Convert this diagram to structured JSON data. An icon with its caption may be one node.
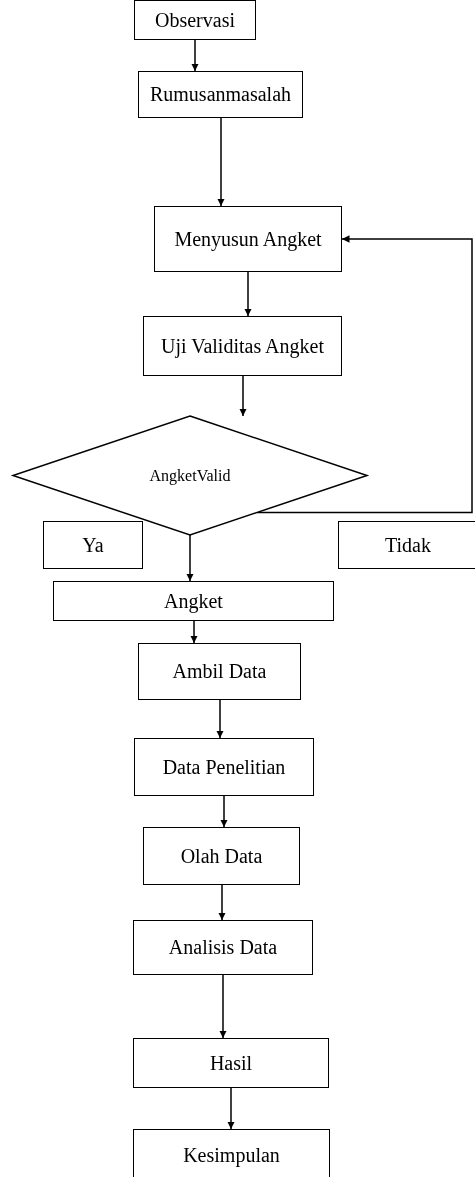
{
  "diagram": {
    "nodes": [
      {
        "text": [
          "Observasi"
        ]
      },
      {
        "text": [
          "Rumusanmasalah"
        ]
      },
      {
        "text": [
          "Menyusun Angket"
        ]
      },
      {
        "text": [
          "Uji Validitas Angket"
        ]
      },
      {
        "text": [
          "AngketValid"
        ]
      },
      {
        "text": [
          "Ya"
        ]
      },
      {
        "text": [
          "Tidak"
        ]
      },
      {
        "text": [
          "Angket"
        ]
      },
      {
        "text": [
          "Ambil Data"
        ]
      },
      {
        "text": [
          "Data Penelitian"
        ]
      },
      {
        "text": [
          "Olah Data"
        ]
      },
      {
        "text": [
          "Analisis Data"
        ]
      },
      {
        "text": [
          "Hasil"
        ]
      },
      {
        "text": [
          "Kesimpulan"
        ]
      }
    ],
    "edges": [
      {
        "from": 0,
        "to": 1,
        "arrow": "to"
      },
      {
        "from": 1,
        "to": 2,
        "arrow": "to"
      },
      {
        "from": 2,
        "to": 3,
        "arrow": "to"
      },
      {
        "from": 3,
        "to": 4,
        "arrow": "to"
      },
      {
        "from": 4,
        "to": 7,
        "arrow": "to"
      },
      {
        "from": 4,
        "to": 2,
        "arrow": "to"
      },
      {
        "from": 7,
        "to": 8,
        "arrow": "to"
      },
      {
        "from": 8,
        "to": 9,
        "arrow": "to"
      },
      {
        "from": 9,
        "to": 10,
        "arrow": "to"
      },
      {
        "from": 10,
        "to": 11,
        "arrow": "to"
      },
      {
        "from": 11,
        "to": 12,
        "arrow": "to"
      },
      {
        "from": 12,
        "to": 13,
        "arrow": "to"
      }
    ]
  }
}
